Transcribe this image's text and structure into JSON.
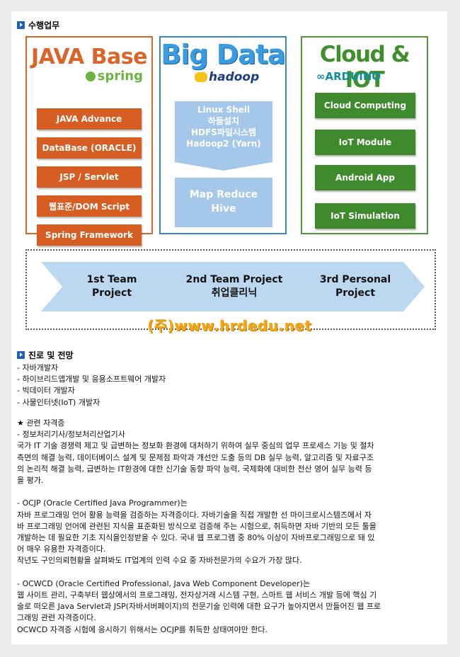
{
  "section1": {
    "title": "수행업무"
  },
  "java_col": {
    "title": "JAVA Base",
    "logo": "spring",
    "items": [
      "JAVA Advance",
      "DataBase (ORACLE)",
      "JSP / Servlet",
      "웹표준/DOM Script",
      "Spring Framework"
    ]
  },
  "big_col": {
    "title": "Big Data",
    "logo": "hadoop",
    "panel_top": [
      "Linux  Shell",
      "하둡설치",
      "HDFS파일시스템",
      "Hadoop2 (Yarn)"
    ],
    "panel_bottom": [
      "Map Reduce",
      "Hive"
    ]
  },
  "cloud_col": {
    "title": "Cloud & IOT",
    "logo": "∞ARDUINO",
    "items": [
      "Cloud Computing",
      "IoT Module",
      "Android App",
      "IoT Simulation"
    ]
  },
  "projects": [
    {
      "line1": "1st Team",
      "line2": "Project"
    },
    {
      "line1": "2nd Team Project",
      "line2": "취업클리닉"
    },
    {
      "line1": "3rd Personal",
      "line2": "Project"
    }
  ],
  "watermark": "(주)www.hrdedu.net",
  "section2": {
    "title": "진로 및 전망"
  },
  "career": [
    "- 자바개발자",
    "- 하이브리드앱개발 및 응용소프트웨어 개발자",
    "- 빅데이터 개발자",
    "- 사물인터넷(IoT) 개발자"
  ],
  "cert": {
    "heading": "★ 관련 자격증",
    "p1": [
      "- 정보처리기사/정보처리산업기사",
      "국가 IT 기술 경쟁력 제고 및 급변하는 정보화 환경에 대처하기 위하여 실무 중심의 업무 프로세스 기능 및 절차",
      "측면의 해결 능력, 데이터베이스 설계 및 문제점 파악과 개선안 도출 등의 DB 실무 능력, 알고리즘 및 자료구조",
      "의 논리적 해결 능력, 급변하는 IT환경에 대한 신기술 동향 파악 능력, 국제화에 대비한 전산 영어 실무 능력 등",
      "을 평가."
    ],
    "p2": [
      "- OCJP (Oracle Certified Java Programmer)는",
      "자바 프로그래밍 언어 활용 능력을 검증하는 자격증이다. 자바기술을 직접 개발한 선 마이크로시스템즈에서 자",
      "바 프로그래밍 언어에 관련된 지식을 표준화된 방식으로 검증해 주는 시험으로, 취득하면 자바 기반의 모든 툴을",
      "개발하는 데 필요한 기초 지식을인정받을 수 있다. 국내 웹 프로그램 중 80% 이상이 자바프로그래밍으로 돼 있",
      "어 매우 유용한 자격증이다.",
      "작년도 구인의뢰현황을 살펴봐도 IT업계의 인력 수요 중 자바전문가의 수요가 가장 많다."
    ],
    "p3": [
      "- OCWCD (Oracle Certified Professional, Java Web Component Developer)는",
      "웹 사이트 관리, 구축부터 웹상에서의 프로그래밍, 전자상거래 시스템 구현, 스마트 웹 서비스 개발 등에 핵심 기",
      "술로 떠오른 Java Servlet과 JSP(자바서버페이지)의 전문기술 인력에 대한 요구가 높아지면서 만들어진 웹 프로",
      "그래밍 관련 자격증이다.",
      "OCWCD 자격증 시험에 응시하기 위해서는 OCJP를 취득한 상태여야만 한다."
    ]
  },
  "colors": {
    "java": "#d65e22",
    "bigdata": "#a5c8ea",
    "cloud": "#3f8a2c",
    "chevron": "#bcd7f0"
  }
}
